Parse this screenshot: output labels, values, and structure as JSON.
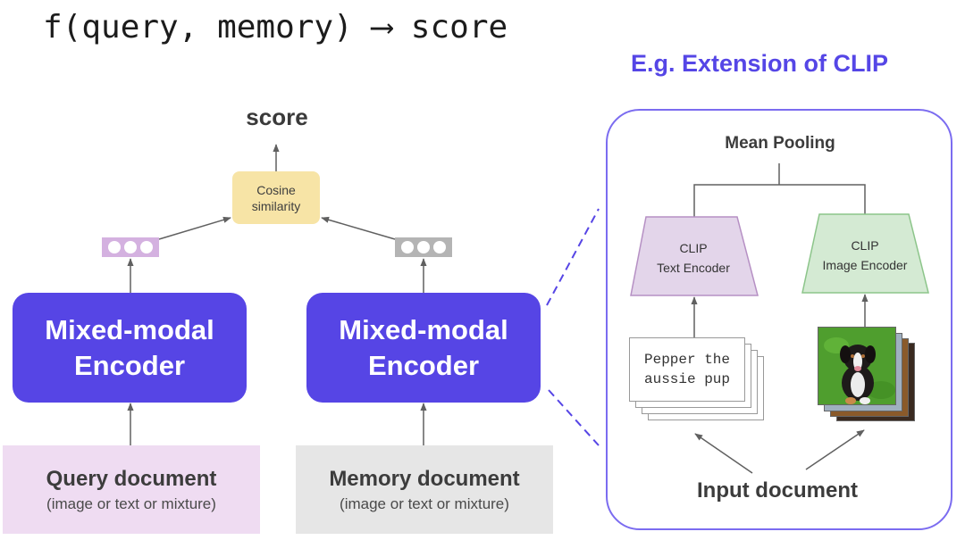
{
  "formula": "f(query, memory) ⟶ score",
  "clip_title": "E.g. Extension of CLIP",
  "left_diagram": {
    "score_label": "score",
    "cosine_box": {
      "line1": "Cosine",
      "line2": "similarity"
    },
    "query_branch": {
      "encoder": {
        "line1": "Mixed-modal",
        "line2": "Encoder"
      },
      "document": {
        "title": "Query document",
        "subtitle": "(image or text or mixture)"
      },
      "vector_color": "#d4b1e0",
      "document_color": "#efdcf2"
    },
    "memory_branch": {
      "encoder": {
        "line1": "Mixed-modal",
        "line2": "Encoder"
      },
      "document": {
        "title": "Memory document",
        "subtitle": "(image or text or mixture)"
      },
      "vector_color": "#b4b4b4",
      "document_color": "#e6e6e6"
    },
    "encoder_color": "#5645e5",
    "cosine_color": "#f7e4a6"
  },
  "clip_panel": {
    "mean_pooling": "Mean Pooling",
    "text_encoder": {
      "line1": "CLIP",
      "line2": "Text Encoder",
      "color": "#e3d5ea",
      "border": "#b690c4"
    },
    "image_encoder": {
      "line1": "CLIP",
      "line2": "Image Encoder",
      "color": "#d4ead3",
      "border": "#8cc58a"
    },
    "text_sample": {
      "line1": "Pepper the",
      "line2": "aussie pup"
    },
    "image_sample": "puppy-photo-stack",
    "input_document": "Input document",
    "border_color": "#7b6cf0"
  }
}
